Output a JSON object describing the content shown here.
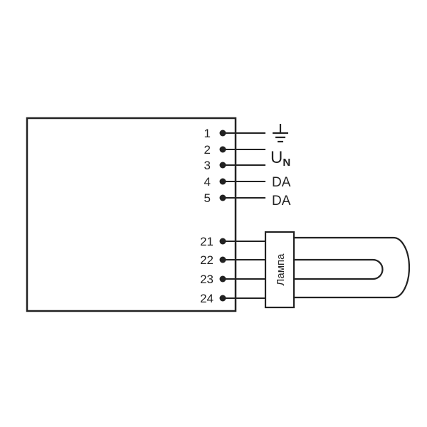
{
  "terminals_top": [
    {
      "pin": "1",
      "label": ""
    },
    {
      "pin": "2",
      "label": "U",
      "sub": "N"
    },
    {
      "pin": "3",
      "label": ""
    },
    {
      "pin": "4",
      "label": "DA"
    },
    {
      "pin": "5",
      "label": "DA"
    }
  ],
  "terminals_lamp": [
    "21",
    "22",
    "23",
    "24"
  ],
  "lamp_label": "Лампа",
  "icons": {
    "earth": "ground-icon"
  },
  "colors": {
    "line": "#222222"
  }
}
